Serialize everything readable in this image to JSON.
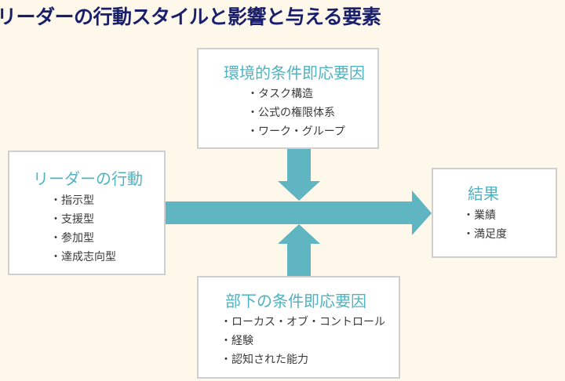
{
  "title": "リーダーの行動スタイルと影響と与える要素",
  "colors": {
    "background": "#fdf8ea",
    "title": "#1a1f6b",
    "accent": "#5fb5c1",
    "box_border": "#cfcfcf",
    "text": "#3a3a3a"
  },
  "environment_box": {
    "title": "環境的条件即応要因",
    "items": [
      "タスク構造",
      "公式の権限体系",
      "ワーク・グループ"
    ]
  },
  "leader_box": {
    "title": "リーダーの行動",
    "items": [
      "指示型",
      "支援型",
      "参加型",
      "達成志向型"
    ]
  },
  "result_box": {
    "title": "結果",
    "items": [
      "業績",
      "満足度"
    ]
  },
  "subordinate_box": {
    "title": "部下の条件即応要因",
    "items": [
      "ローカス・オブ・コントロール",
      "経験",
      "認知された能力"
    ]
  },
  "arrows": [
    {
      "from": "リーダーの行動",
      "to": "結果",
      "icon": "arrow-right-icon"
    },
    {
      "from": "環境的条件即応要因",
      "to": "main-flow",
      "icon": "arrow-down-icon"
    },
    {
      "from": "部下の条件即応要因",
      "to": "main-flow",
      "icon": "arrow-up-icon"
    }
  ]
}
